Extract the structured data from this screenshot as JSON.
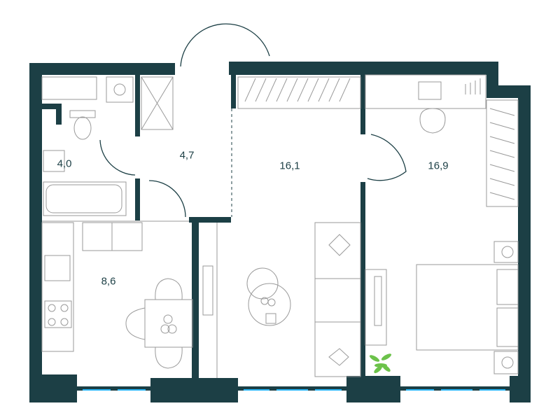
{
  "colors": {
    "wall": "#1c3f45",
    "window": "#29b6f6",
    "furniture": "#9a9a9a"
  },
  "rooms": [
    {
      "id": "bathroom",
      "area": "4,0"
    },
    {
      "id": "hallway",
      "area": "4,7"
    },
    {
      "id": "living-room",
      "area": "16,1"
    },
    {
      "id": "bedroom",
      "area": "16,9"
    },
    {
      "id": "kitchen",
      "area": "8,6"
    }
  ]
}
